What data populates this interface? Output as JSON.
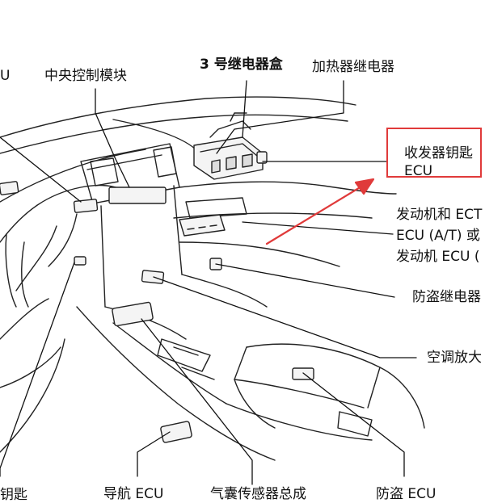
{
  "labels": {
    "top_left_cut": "U",
    "central_control": "中央控制模块",
    "relay_box_3": "3 号继电器盒",
    "heater_relay": "加热器继电器",
    "transceiver_key_1": "收发器钥匙",
    "transceiver_key_2": "ECU",
    "engine_ecu_1": "发动机和 ECT",
    "engine_ecu_2": "ECU (A/T) 或",
    "engine_ecu_3": "发动机 ECU (",
    "anti_theft_relay": "防盗继电器",
    "ac_amplifier": "空调放大",
    "bottom_left_cut": "钥匙",
    "navigation_ecu": "导航 ECU",
    "airbag_sensor": "气囊传感器总成",
    "anti_theft_ecu": "防盗 ECU"
  },
  "colors": {
    "highlight": "#e03a3a",
    "ink": "#111111"
  }
}
